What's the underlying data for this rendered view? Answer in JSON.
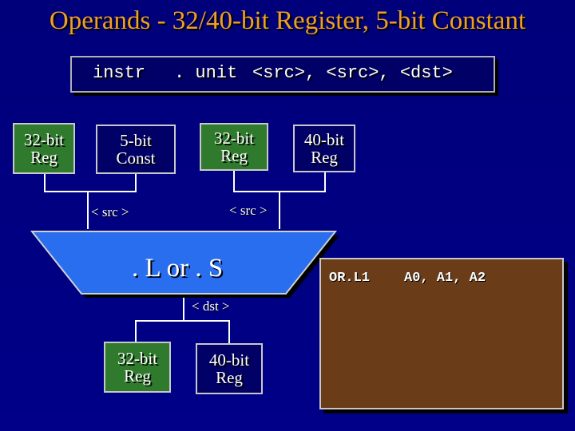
{
  "title": "Operands - 32/40-bit Register, 5-bit Constant",
  "instruction": {
    "instr": "instr",
    "unit": ". unit",
    "operands": "<src>, <src>, <dst>"
  },
  "sources": {
    "box1": [
      "32-bit",
      "Reg"
    ],
    "box2": [
      "5-bit",
      "Const"
    ],
    "box3": [
      "32-bit",
      "Reg"
    ],
    "box4": [
      "40-bit",
      "Reg"
    ]
  },
  "src_label_left": "< src >",
  "src_label_right": "< src >",
  "unit_label": ". L or . S",
  "dst_label": "< dst >",
  "destinations": {
    "box1": [
      "32-bit",
      "Reg"
    ],
    "box2": [
      "40-bit",
      "Reg"
    ]
  },
  "code": {
    "opcode": "OR.L1",
    "args": "A0, A1, A2"
  },
  "colors": {
    "background": "#000080",
    "title": "#f0a020",
    "register_green": "#2f7a2c",
    "register_navy": "#000066",
    "alu_blue": "#2a6ef0",
    "code_panel": "#6a3d18"
  }
}
